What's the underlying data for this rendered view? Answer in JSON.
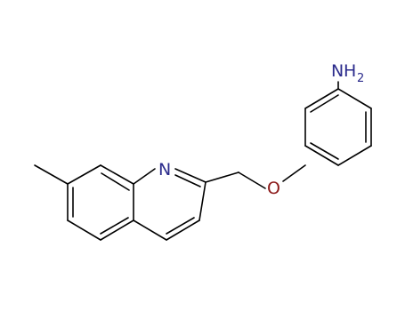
{
  "molecule": {
    "atom_labels": {
      "amine_N": "N",
      "amine_H": "H",
      "amine_H_count": "2",
      "ether_O": "O",
      "ring_N": "N"
    },
    "colors": {
      "bond": "#000000",
      "nitrogen": "#2b2b8c",
      "oxygen": "#8c1a1a",
      "hydrogen": "#000000",
      "background": "#ffffff"
    }
  }
}
